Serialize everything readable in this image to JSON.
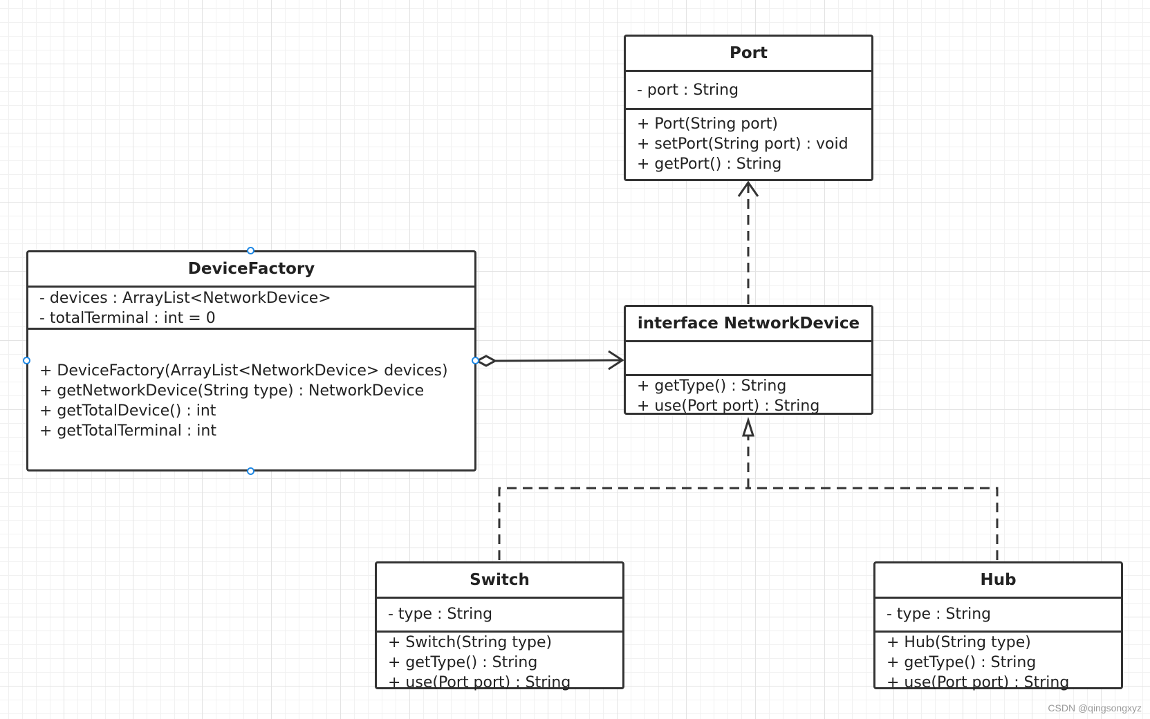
{
  "classes": {
    "port": {
      "title": "Port",
      "attributes": [
        "- port : String"
      ],
      "methods": [
        "+ Port(String port)",
        "+ setPort(String port) : void",
        "+ getPort() : String"
      ]
    },
    "device_factory": {
      "title": "DeviceFactory",
      "attributes": [
        "- devices : ArrayList<NetworkDevice>",
        "- totalTerminal : int = 0"
      ],
      "methods": [
        "+ DeviceFactory(ArrayList<NetworkDevice> devices)",
        "+ getNetworkDevice(String type) : NetworkDevice",
        "+ getTotalDevice() : int",
        "+ getTotalTerminal : int"
      ]
    },
    "network_device": {
      "title": "interface NetworkDevice",
      "attributes": [],
      "methods": [
        "+ getType() : String",
        "+ use(Port port) : String"
      ]
    },
    "switch": {
      "title": "Switch",
      "attributes": [
        "- type : String"
      ],
      "methods": [
        "+ Switch(String type)",
        "+ getType() : String",
        "+ use(Port port) : String"
      ]
    },
    "hub": {
      "title": "Hub",
      "attributes": [
        "- type : String"
      ],
      "methods": [
        "+ Hub(String type)",
        "+ getType() : String",
        "+ use(Port port) : String"
      ]
    }
  },
  "watermark": "CSDN @qingsongxyz",
  "colors": {
    "line": "#333333",
    "selection_handle": "#1e88e5",
    "grid": "#e3e3e3"
  },
  "relationships": [
    {
      "type": "dependency",
      "from": "network_device",
      "to": "port"
    },
    {
      "type": "aggregation",
      "from": "device_factory",
      "to": "network_device"
    },
    {
      "type": "realization",
      "from": "switch",
      "to": "network_device"
    },
    {
      "type": "realization",
      "from": "hub",
      "to": "network_device"
    }
  ]
}
